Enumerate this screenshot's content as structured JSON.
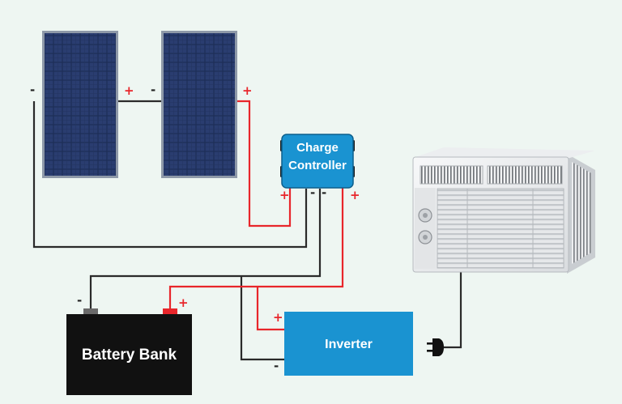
{
  "components": {
    "solar_panel_left": {
      "icon": "solar-panel-icon"
    },
    "solar_panel_right": {
      "icon": "solar-panel-icon"
    },
    "charge_controller": {
      "line1": "Charge",
      "line2": "Controller",
      "color": "#1a93d1"
    },
    "battery_bank": {
      "label": "Battery Bank",
      "color": "#111111"
    },
    "inverter": {
      "label": "Inverter",
      "color": "#1a93d1"
    },
    "air_conditioner": {
      "icon": "window-air-conditioner-icon"
    },
    "plug": {
      "icon": "plug-icon"
    }
  },
  "terminals": {
    "panel_left_neg": "-",
    "panel_left_pos": "+",
    "panel_right_neg": "-",
    "panel_right_pos": "+",
    "cc_pv_pos": "+",
    "cc_neg_1": "-",
    "cc_neg_2": "-",
    "cc_bat_pos": "+",
    "battery_neg": "-",
    "battery_pos": "+",
    "inverter_pos": "+",
    "inverter_neg": "-"
  },
  "colors": {
    "positive_wire": "#e8262b",
    "negative_wire": "#2a2a2a",
    "background": "#eef6f2"
  }
}
